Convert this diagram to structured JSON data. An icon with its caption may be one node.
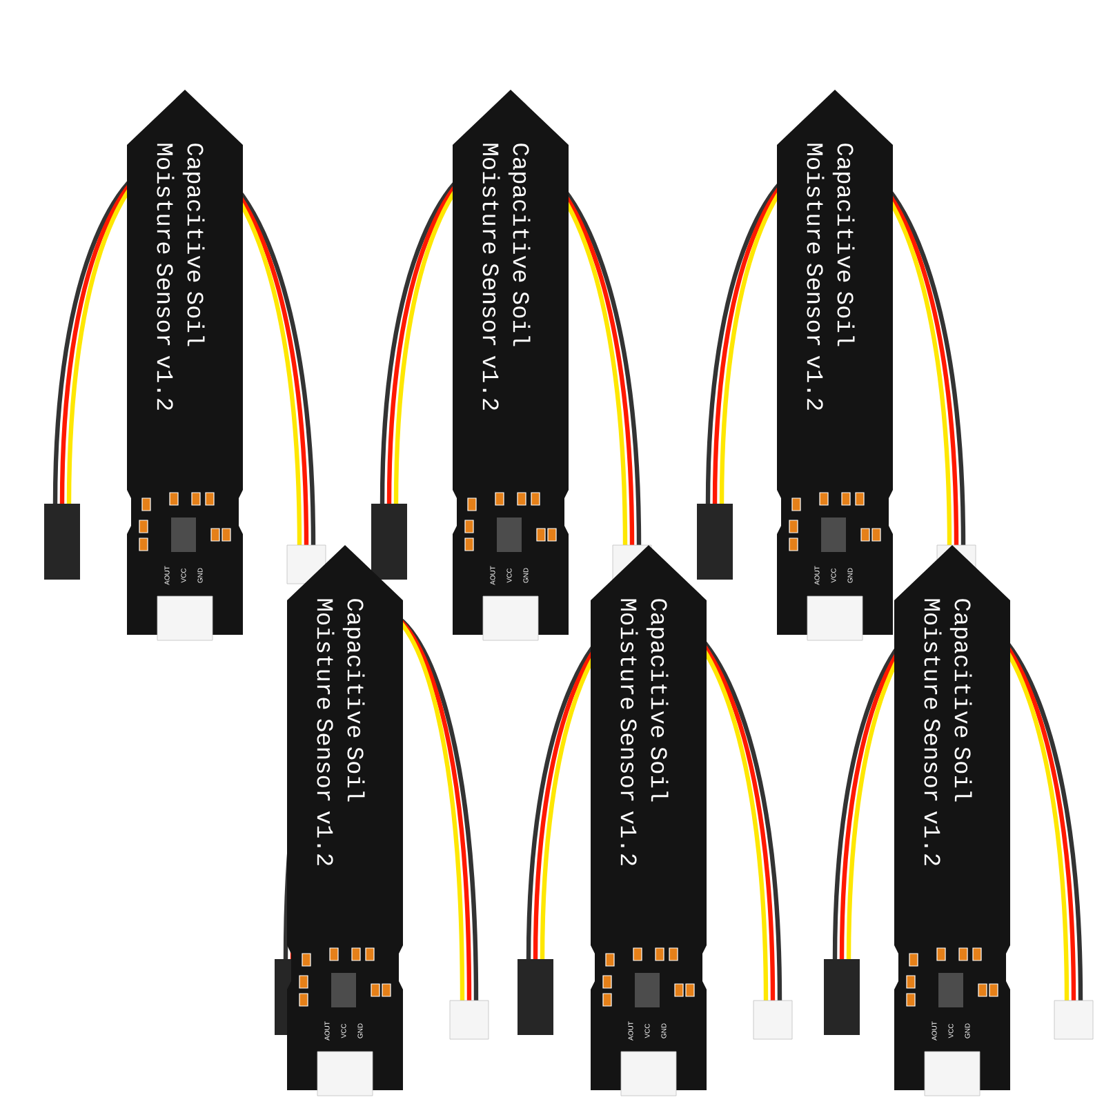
{
  "diagram": {
    "nodes": [
      {
        "text": [
          "Capacitive Soil Moisture Sensor v1.2"
        ]
      },
      {
        "text": [
          "Capacitive Soil Moisture Sensor v1.2"
        ]
      },
      {
        "text": [
          "Capacitive Soil Moisture Sensor v1.2"
        ]
      },
      {
        "text": [
          "Capacitive Soil Moisture Sensor v1.2"
        ]
      },
      {
        "text": [
          "Capacitive Soil Moisture Sensor v1.2"
        ]
      },
      {
        "text": [
          "Capacitive Soil Moisture Sensor v1.2"
        ]
      }
    ],
    "labels": [
      "AOUT",
      "VCC",
      "GND",
      "AOUT",
      "VCC",
      "GND",
      "AOUT",
      "VCC",
      "GND",
      "AOUT",
      "VCC",
      "GND",
      "AOUT",
      "VCC",
      "GND",
      "AOUT",
      "VCC",
      "GND"
    ]
  }
}
